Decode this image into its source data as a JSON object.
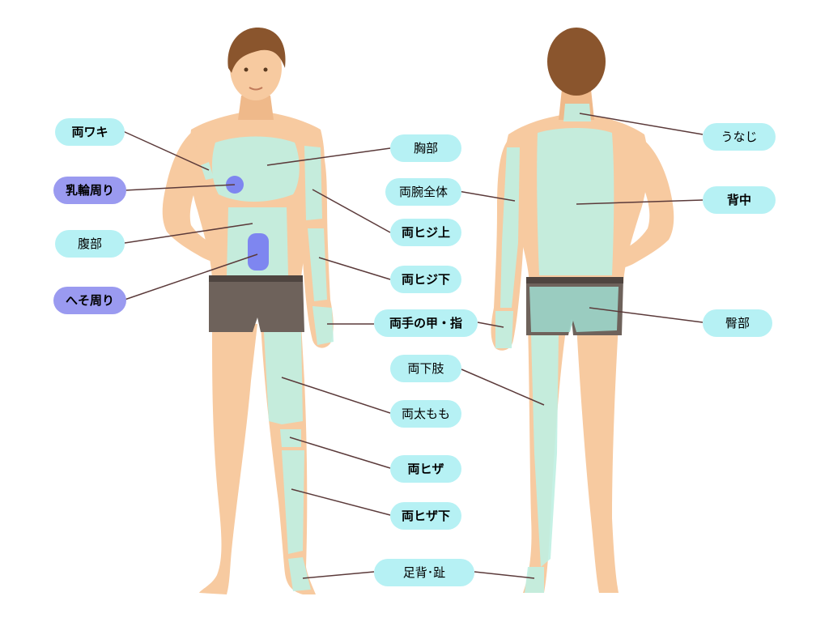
{
  "colors": {
    "skin": "#f7caa0",
    "skin_shade": "#efb98a",
    "zone": "#bfefe2",
    "pill_cyan": "#b6f1f4",
    "pill_purple": "#9a9af0",
    "dot_purple": "#7e86f0",
    "shorts": "#6e625b",
    "shorts_band": "#4f4540",
    "hair": "#8a552d",
    "leader": "#5b3a3a"
  },
  "labels": {
    "wakis": "両ワキ",
    "nyurin": "乳輪周り",
    "fukubu": "腹部",
    "heso": "へそ周り",
    "kyobu": "胸部",
    "ryowan": "両腕全体",
    "hiji_ue": "両ヒジ上",
    "hiji_shita": "両ヒジ下",
    "te": "両手の甲・指",
    "kashi": "両下肢",
    "futomomo": "両太もも",
    "hiza": "両ヒザ",
    "hiza_shita": "両ヒザ下",
    "ashi": "足背･趾",
    "unaji": "うなじ",
    "senaka": "背中",
    "denbu": "臀部"
  }
}
